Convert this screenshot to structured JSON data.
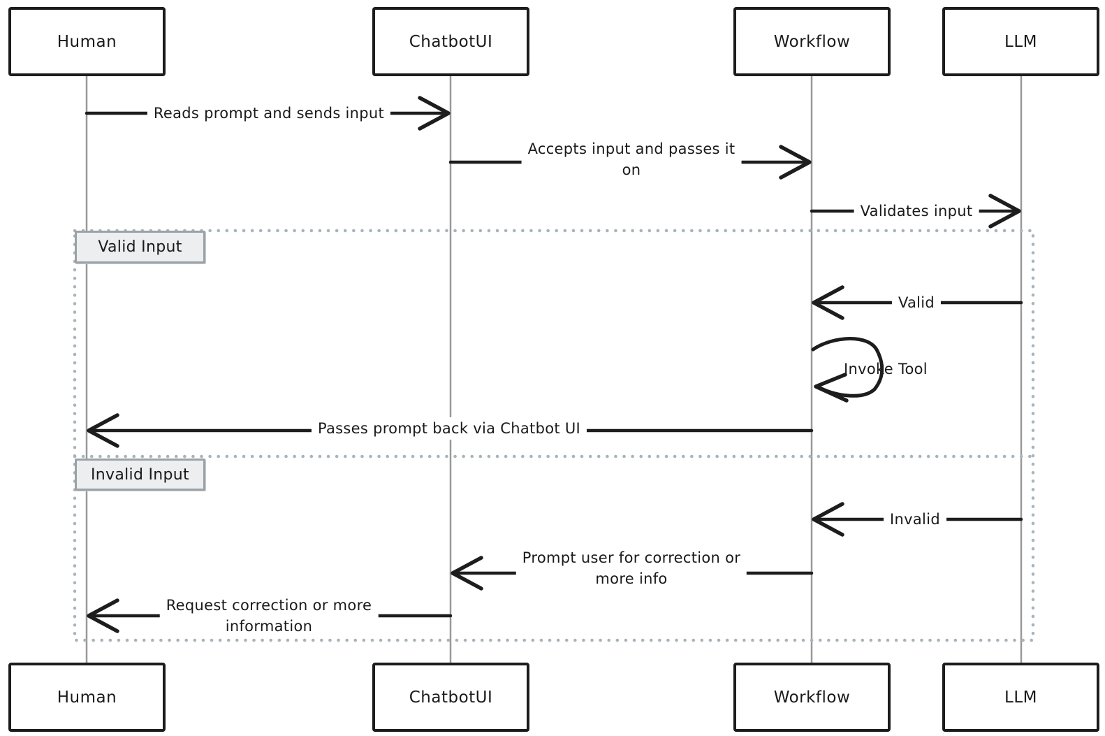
{
  "diagram_type": "sequence-diagram",
  "colors": {
    "stroke": "#1d1d1d",
    "lifeline": "#999999",
    "frame_dots": "#a9b4bc",
    "frame_label_fill": "#eceef0",
    "frame_label_border": "#9aa2a8",
    "background": "#ffffff"
  },
  "actors": [
    {
      "name": "Human"
    },
    {
      "name": "ChatbotUI"
    },
    {
      "name": "Workflow"
    },
    {
      "name": "LLM"
    }
  ],
  "messages": [
    {
      "line1": "Reads prompt and sends input",
      "from": "Human",
      "to": "ChatbotUI"
    },
    {
      "line1": "Accepts input and passes it",
      "line2": "on",
      "from": "ChatbotUI",
      "to": "Workflow"
    },
    {
      "line1": "Validates input",
      "from": "Workflow",
      "to": "LLM"
    },
    {
      "line1": "Valid",
      "from": "LLM",
      "to": "Workflow"
    },
    {
      "line1": "Invoke Tool",
      "from": "Workflow",
      "to": "Workflow"
    },
    {
      "line1": "Passes prompt back via Chatbot UI",
      "from": "Workflow",
      "to": "Human"
    },
    {
      "line1": "Invalid",
      "from": "LLM",
      "to": "Workflow"
    },
    {
      "line1": "Prompt user for correction or",
      "line2": "more info",
      "from": "Workflow",
      "to": "ChatbotUI"
    },
    {
      "line1": "Request correction or more",
      "line2": "information",
      "from": "ChatbotUI",
      "to": "Human"
    }
  ],
  "frames": [
    {
      "label": "Valid Input"
    },
    {
      "label": "Invalid Input"
    }
  ]
}
